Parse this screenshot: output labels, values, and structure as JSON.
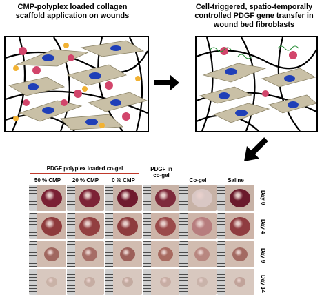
{
  "top_left_title": [
    "CMP-polyplex loaded collagen",
    "scaffold application on wounds"
  ],
  "top_right_title": [
    "Cell-triggered, spatio-temporally",
    "controlled PDGF gene transfer in",
    "wound bed fibroblasts"
  ],
  "group_label": "PDGF polyplex loaded co-gel",
  "columns": [
    "50 % CMP",
    "20 % CMP",
    "0 % CMP",
    "PDGF in co-gel",
    "Co-gel",
    "Saline"
  ],
  "rows": [
    "Day 0",
    "Day 4",
    "Day 9",
    "Day 14"
  ],
  "colors": {
    "cell": "#c9c0a6",
    "nucleus": "#1f3fb8",
    "polyplex": "#d2456b",
    "cmp": "#f2b233",
    "group_line": "#c0392b"
  }
}
